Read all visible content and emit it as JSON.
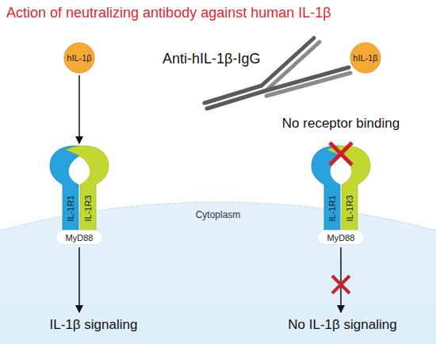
{
  "diagram": {
    "title": "Action of neutralizing antibody against human IL-1β",
    "nodes": [
      {
        "text": [
          "hIL-1β"
        ]
      },
      {
        "text": [
          "hIL-1β"
        ]
      },
      {
        "text": [
          "IL-1R1"
        ]
      },
      {
        "text": [
          "IL-1R3"
        ]
      },
      {
        "text": [
          "MyD88"
        ]
      },
      {
        "text": [
          "IL-1R1"
        ]
      },
      {
        "text": [
          "IL-1R3"
        ]
      },
      {
        "text": [
          "MyD88"
        ]
      }
    ],
    "edges": [
      {
        "from": 0,
        "to": 2,
        "arrow": "to"
      }
    ],
    "labels": [
      "Anti-hIL-1β-IgG",
      "No receptor binding",
      "Cytoplasm",
      "IL-1β signaling",
      "No IL-1β signaling"
    ]
  }
}
